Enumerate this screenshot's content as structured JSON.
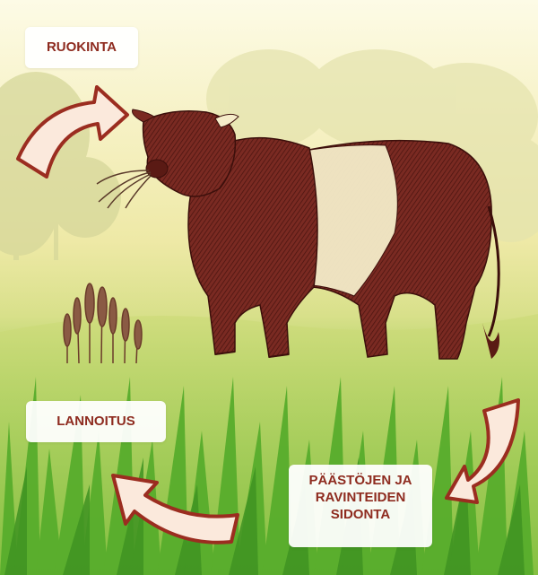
{
  "labels": {
    "feeding": "RUOKINTA",
    "fertilization": "LANNOITUS",
    "emissions": [
      "PÄÄSTÖJEN JA",
      "RAVINTEIDEN",
      "SIDONTA"
    ]
  },
  "icons": {
    "bull": "bull-engraving-icon",
    "wheat": "wheat-bundle-icon",
    "arrows": [
      "curved-arrow-icon",
      "curved-arrow-icon",
      "curved-arrow-icon"
    ]
  },
  "colors": {
    "accent": "#9b2d20",
    "label_bg": "#ffffff",
    "grass": "#4fa52a",
    "sky": "#f6f1c4"
  }
}
